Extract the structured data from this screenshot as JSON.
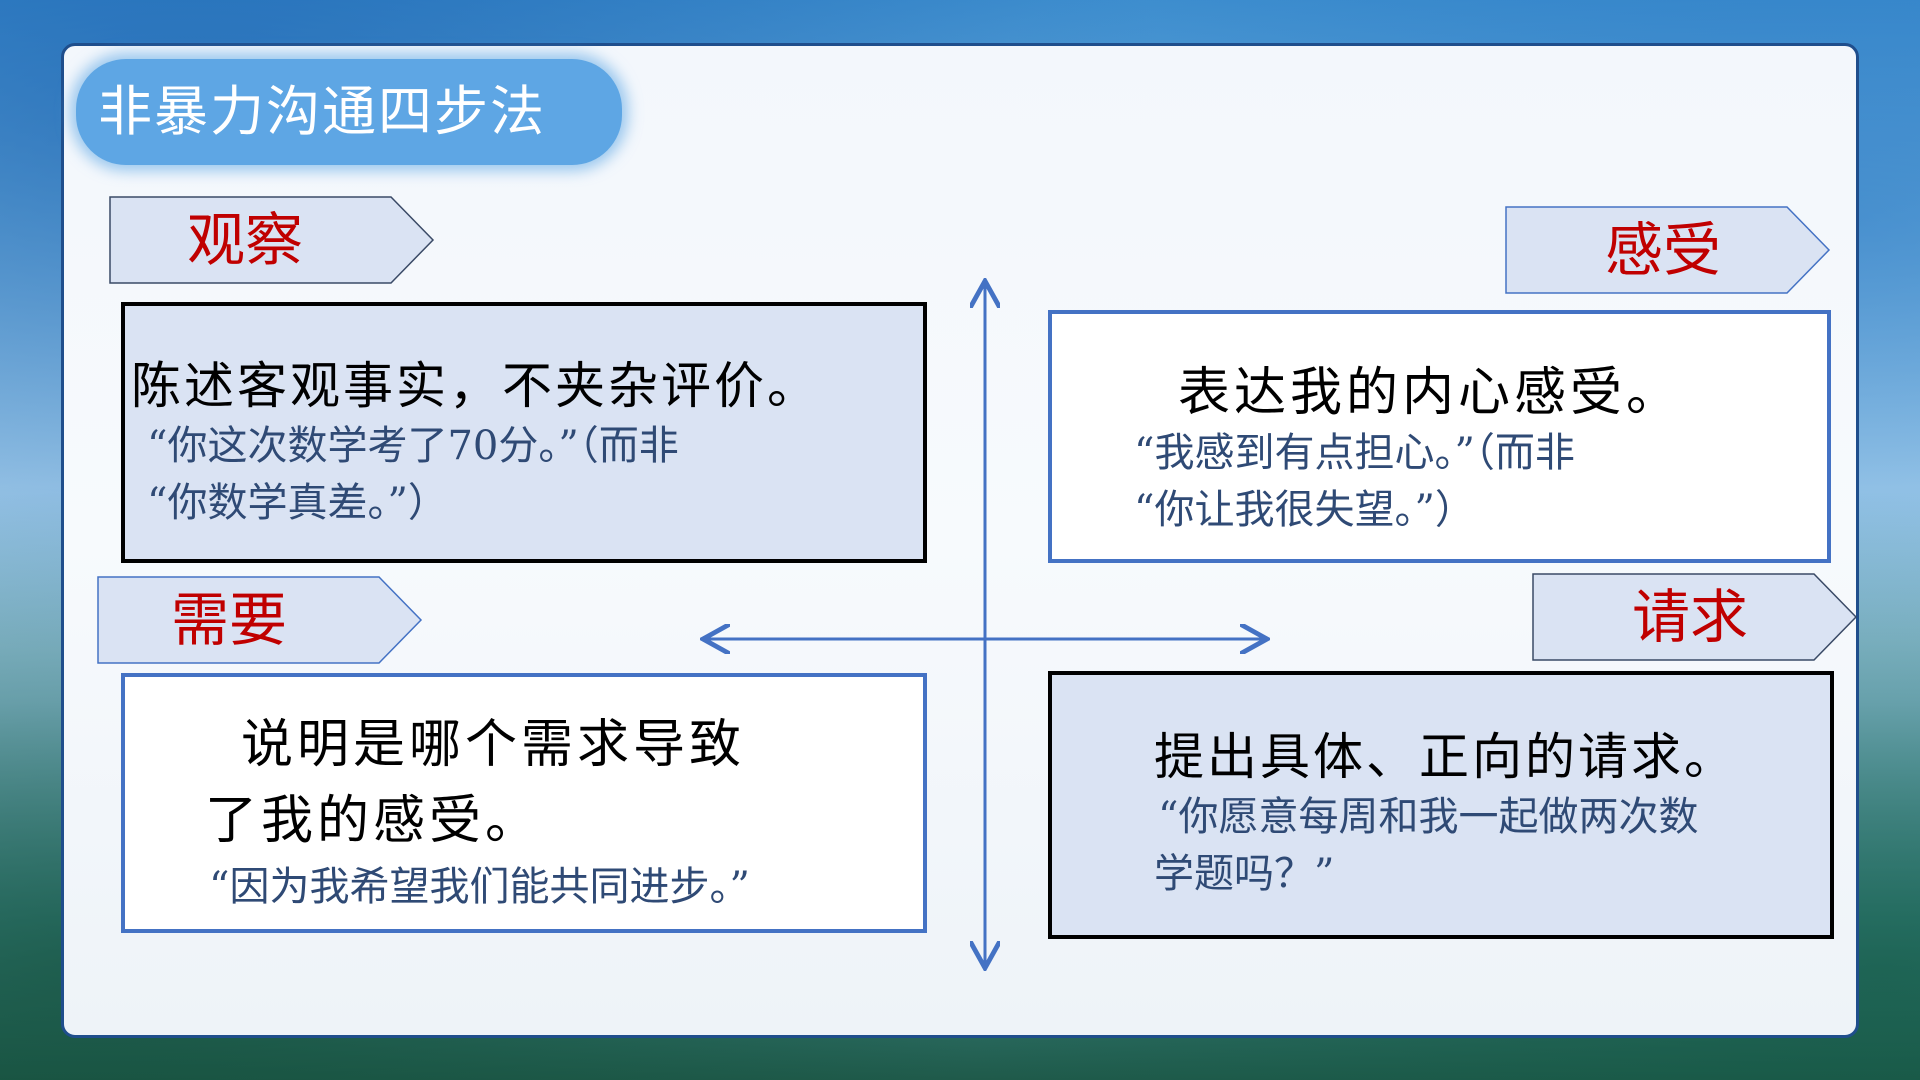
{
  "title": "非暴力沟通四步法",
  "colors": {
    "tag_text": "#c00000",
    "box_fill": "#dae3f3",
    "box_border_blue": "#4472c4",
    "axis": "#4472c4"
  },
  "quadrants": [
    {
      "tag": "观察",
      "heading": "陈述客观事实，不夹杂评价。",
      "example_line1": "“你这次数学考了70分。”（而非",
      "example_line2": "“你数学真差。”）"
    },
    {
      "tag": "感受",
      "heading": "表达我的内心感受。",
      "example_line1": "“我感到有点担心。”（而非",
      "example_line2": "“你让我很失望。”）"
    },
    {
      "tag": "需要",
      "heading_line1": "说明是哪个需求导致",
      "heading_line2": "了我的感受。",
      "example_line1": "“因为我希望我们能共同进步。”"
    },
    {
      "tag": "请求",
      "heading": "提出具体、正向的请求。",
      "example_line1": "“你愿意每周和我一起做两次数",
      "example_line2": "学题吗？”"
    }
  ]
}
